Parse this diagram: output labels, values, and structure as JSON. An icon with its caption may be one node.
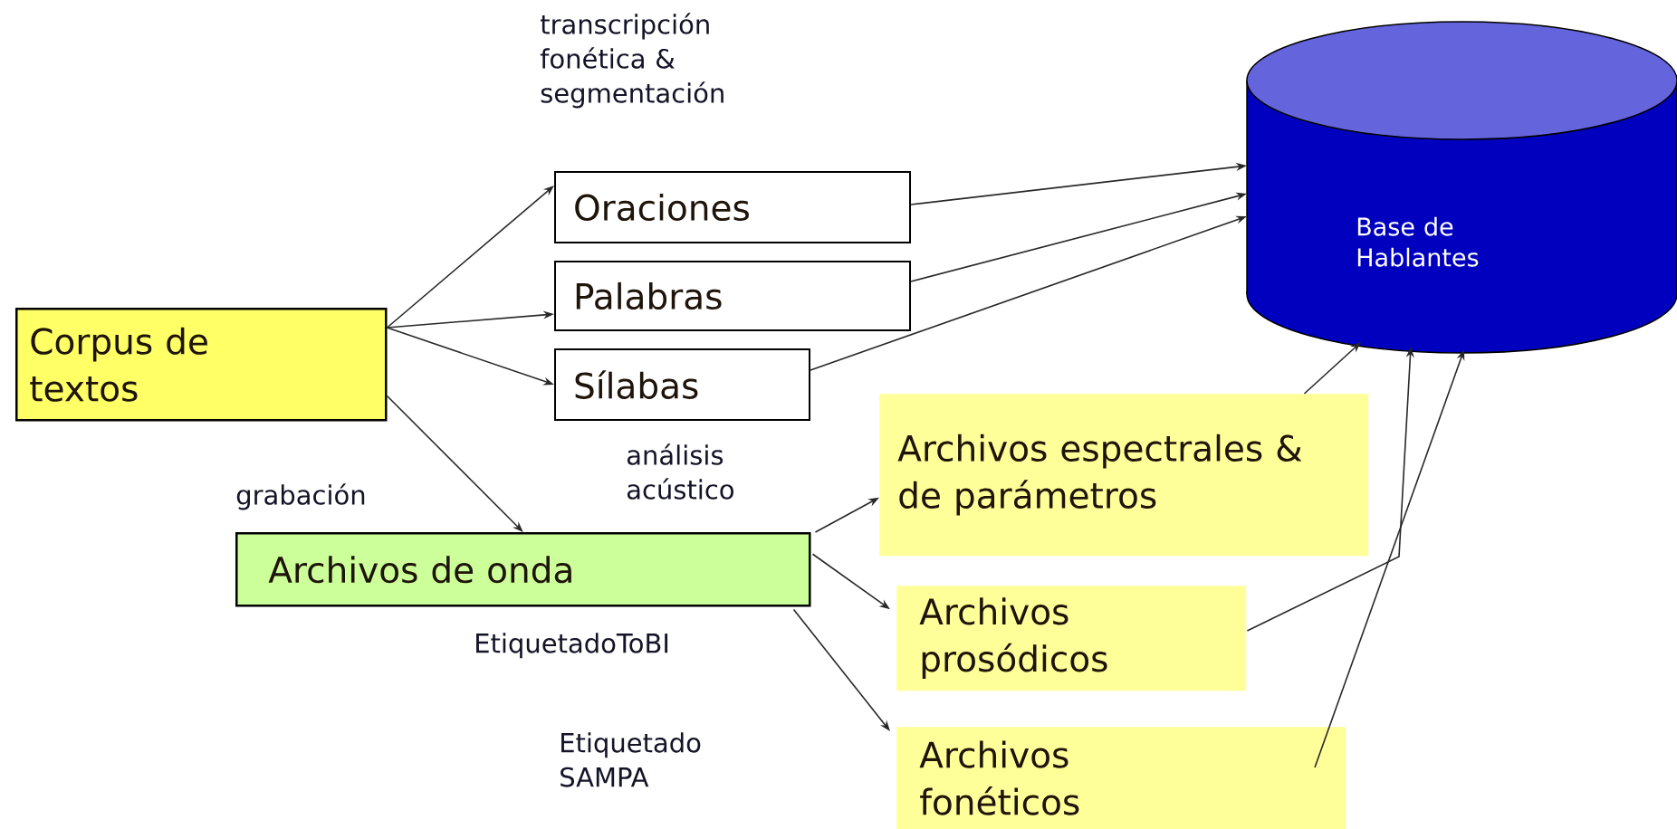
{
  "diagram": {
    "nodes": [
      {
        "text": [
          "Corpus de textos"
        ]
      },
      {
        "text": [
          "Oraciones"
        ]
      },
      {
        "text": [
          "Palabras"
        ]
      },
      {
        "text": [
          "Sílabas"
        ]
      },
      {
        "text": [
          "Base de Hablantes"
        ]
      },
      {
        "text": [
          "Archivos de onda"
        ]
      },
      {
        "text": [
          "Archivos espectrales & de parámetros"
        ]
      },
      {
        "text": [
          "Archivos prosódicos"
        ]
      },
      {
        "text": [
          "Archivos fonéticos"
        ]
      }
    ],
    "edges": [
      {
        "from": 0,
        "to": 1,
        "arrow": "to"
      },
      {
        "from": 0,
        "to": 2,
        "arrow": "to"
      },
      {
        "from": 0,
        "to": 3,
        "arrow": "to"
      },
      {
        "from": 0,
        "to": 5,
        "arrow": "to"
      },
      {
        "from": 1,
        "to": 4,
        "arrow": "to"
      },
      {
        "from": 2,
        "to": 4,
        "arrow": "to"
      },
      {
        "from": 3,
        "to": 4,
        "arrow": "to"
      },
      {
        "from": 5,
        "to": 6,
        "arrow": "to"
      },
      {
        "from": 5,
        "to": 7,
        "arrow": "to"
      },
      {
        "from": 5,
        "to": 8,
        "arrow": "to"
      },
      {
        "from": 6,
        "to": 4,
        "arrow": "to"
      },
      {
        "from": 7,
        "to": 4,
        "arrow": "to"
      },
      {
        "from": 8,
        "to": 4,
        "arrow": "to"
      }
    ],
    "labels": [
      "transcripción fonética & segmentación",
      "grabación",
      "análisis acústico",
      "EtiquetadoToBI",
      "Etiquetado SAMPA"
    ]
  }
}
